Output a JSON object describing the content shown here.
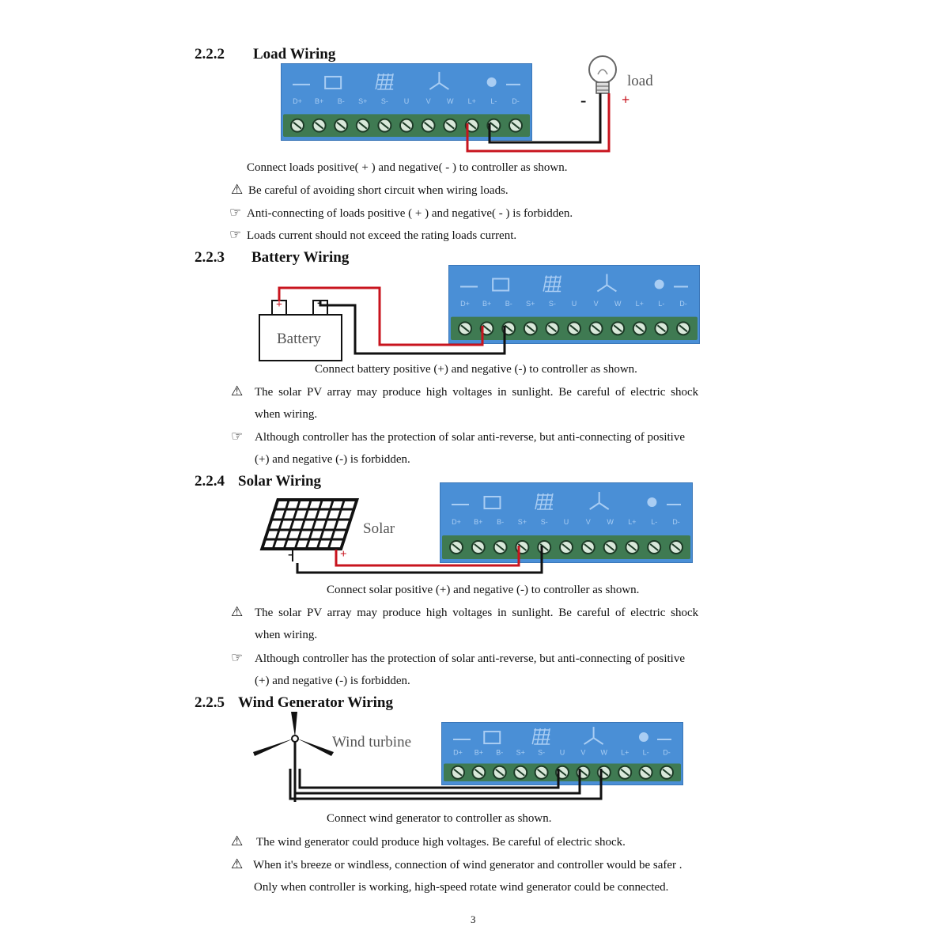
{
  "sections": {
    "load": {
      "number": "2.2.2",
      "title": "Load Wiring",
      "label": "load",
      "caption": "Connect loads positive( + ) and negative( - ) to controller as shown.",
      "notes": [
        "Be careful of avoiding short circuit when wiring loads.",
        "Anti-connecting of loads positive ( + ) and negative( - ) is forbidden.",
        "Loads current should not exceed the rating loads current."
      ]
    },
    "battery": {
      "number": "2.2.3",
      "title": "Battery Wiring",
      "label": "Battery",
      "caption": "Connect battery positive (+) and negative (-) to controller as shown.",
      "notes": [
        "The solar PV array may produce high voltages in sunlight. Be careful of electric shock",
        "when wiring.",
        "Although controller has the protection of solar anti-reverse, but anti-connecting of positive",
        "(+) and negative (-) is forbidden."
      ]
    },
    "solar": {
      "number": "2.2.4",
      "title": "Solar Wiring",
      "label": "Solar",
      "caption": "Connect solar positive (+) and negative (-) to controller as shown.",
      "notes": [
        "The solar PV array may produce high voltages in sunlight. Be careful of electric shock",
        "when wiring.",
        "Although controller has the protection of solar anti-reverse, but anti-connecting of positive",
        "(+) and negative (-) is forbidden."
      ]
    },
    "wind": {
      "number": "2.2.5",
      "title": "Wind Generator Wiring",
      "label": "Wind turbine",
      "caption": "Connect wind generator to controller as shown.",
      "notes": [
        "The wind generator could produce high voltages. Be careful of electric shock.",
        "When it's breeze or windless, connection of wind generator and controller would be safer .",
        "Only when controller is working, high-speed rotate wind generator could be connected."
      ]
    }
  },
  "terminal_labels": [
    "D+",
    "B+",
    "B-",
    "S+",
    "S-",
    "U",
    "V",
    "W",
    "L+",
    "L-",
    "D-"
  ],
  "polarity": {
    "plus": "+",
    "minus": "-"
  },
  "page_number": "3",
  "icons": {
    "warning": "warning-triangle-icon",
    "hand": "pointing-hand-icon"
  },
  "colors": {
    "controller": "#4a8fd6",
    "terminal_block": "#3f7a52",
    "wire_positive": "#c8141e",
    "wire_negative": "#111111"
  }
}
